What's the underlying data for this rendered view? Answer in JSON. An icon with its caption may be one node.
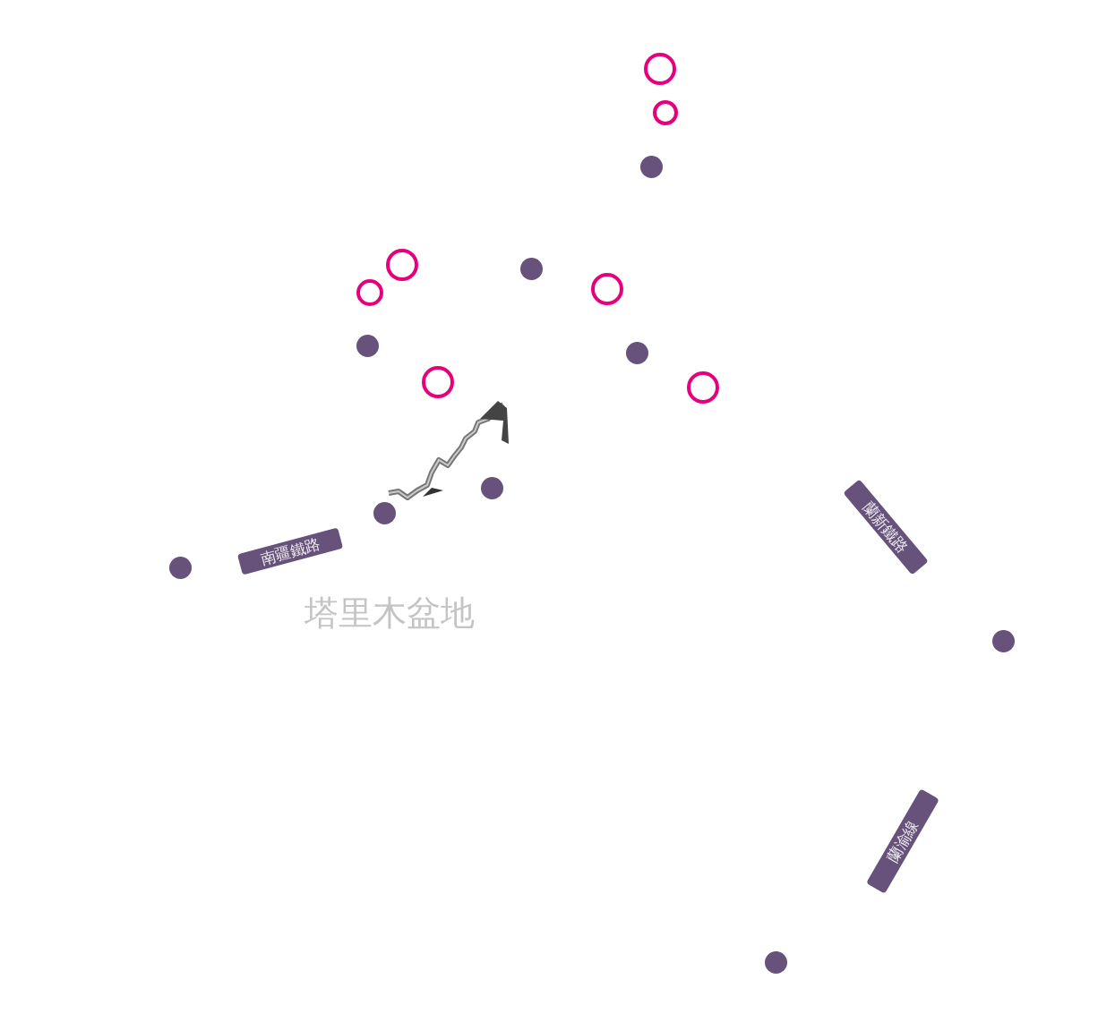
{
  "diagram": {
    "nodes": [
      {
        "text": [],
        "shape": "circle"
      },
      {
        "text": [],
        "shape": "circle"
      },
      {
        "text": [],
        "shape": "circle"
      },
      {
        "text": [],
        "shape": "circle"
      },
      {
        "text": [],
        "shape": "circle"
      },
      {
        "text": [],
        "shape": "circle"
      },
      {
        "text": [],
        "shape": "circle"
      },
      {
        "text": [],
        "shape": "circle"
      },
      {
        "text": [],
        "shape": "circle"
      },
      {
        "text": [],
        "shape": "circle"
      },
      {
        "text": [],
        "shape": "circle"
      },
      {
        "text": [],
        "shape": "circle"
      },
      {
        "text": [],
        "shape": "circle"
      },
      {
        "text": [
          "蘭新鐵路"
        ]
      },
      {
        "text": [
          "南疆鐵路"
        ]
      },
      {
        "text": [],
        "shape": "circle"
      },
      {
        "text": [],
        "shape": "circle"
      },
      {
        "text": [
          "蘭渝線"
        ]
      },
      {
        "text": [],
        "shape": "circle"
      }
    ],
    "labels": [
      "塔里木盆地"
    ]
  }
}
